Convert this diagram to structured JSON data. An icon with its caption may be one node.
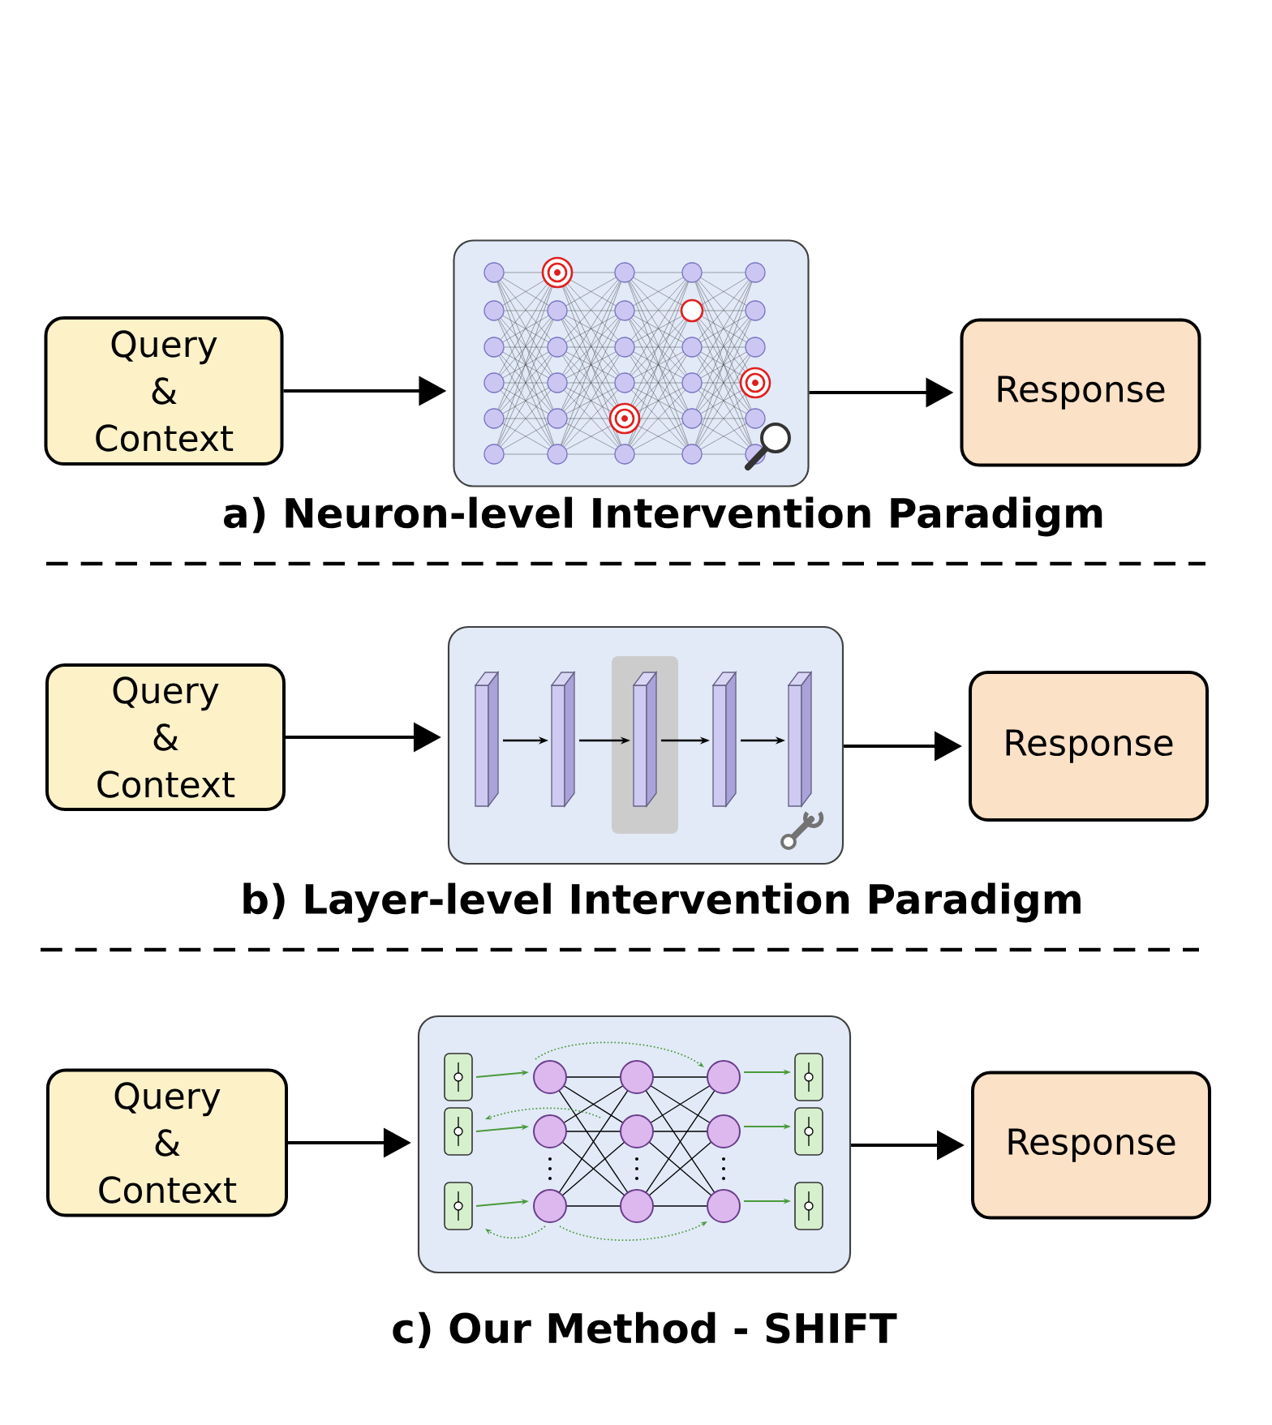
{
  "diagram": {
    "nodes": [
      {
        "text": [
          "Query & Context"
        ]
      },
      {
        "text": [],
        "shape": "picture"
      },
      {
        "text": [
          "Response"
        ]
      },
      {
        "text": [
          "Query & Context"
        ]
      },
      {
        "text": [],
        "shape": "picture"
      },
      {
        "text": [
          "Response"
        ]
      },
      {
        "text": [
          "Query & Context"
        ]
      },
      {
        "text": [],
        "shape": "picture"
      },
      {
        "text": [
          "Response"
        ]
      }
    ],
    "edges": [
      {
        "from": 0,
        "to": 1,
        "arrow": "to"
      },
      {
        "from": 1,
        "to": 2,
        "arrow": "to"
      },
      {
        "from": 3,
        "to": 4,
        "arrow": "to"
      },
      {
        "from": 4,
        "to": 5,
        "arrow": "to"
      },
      {
        "from": 6,
        "to": 7,
        "arrow": "to"
      },
      {
        "from": 7,
        "to": 8,
        "arrow": "to"
      }
    ],
    "labels": [
      "a) Neuron-level Intervention Paradigm",
      "b) Layer-level Intervention Paradigm",
      "c) Our Method - SHIFT"
    ]
  }
}
